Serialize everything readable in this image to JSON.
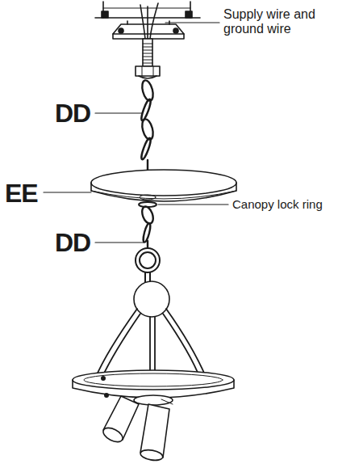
{
  "diagram": {
    "labels": [
      "Supply wire and ground wire",
      "DD",
      "EE",
      "Canopy lock ring",
      "DD"
    ]
  }
}
